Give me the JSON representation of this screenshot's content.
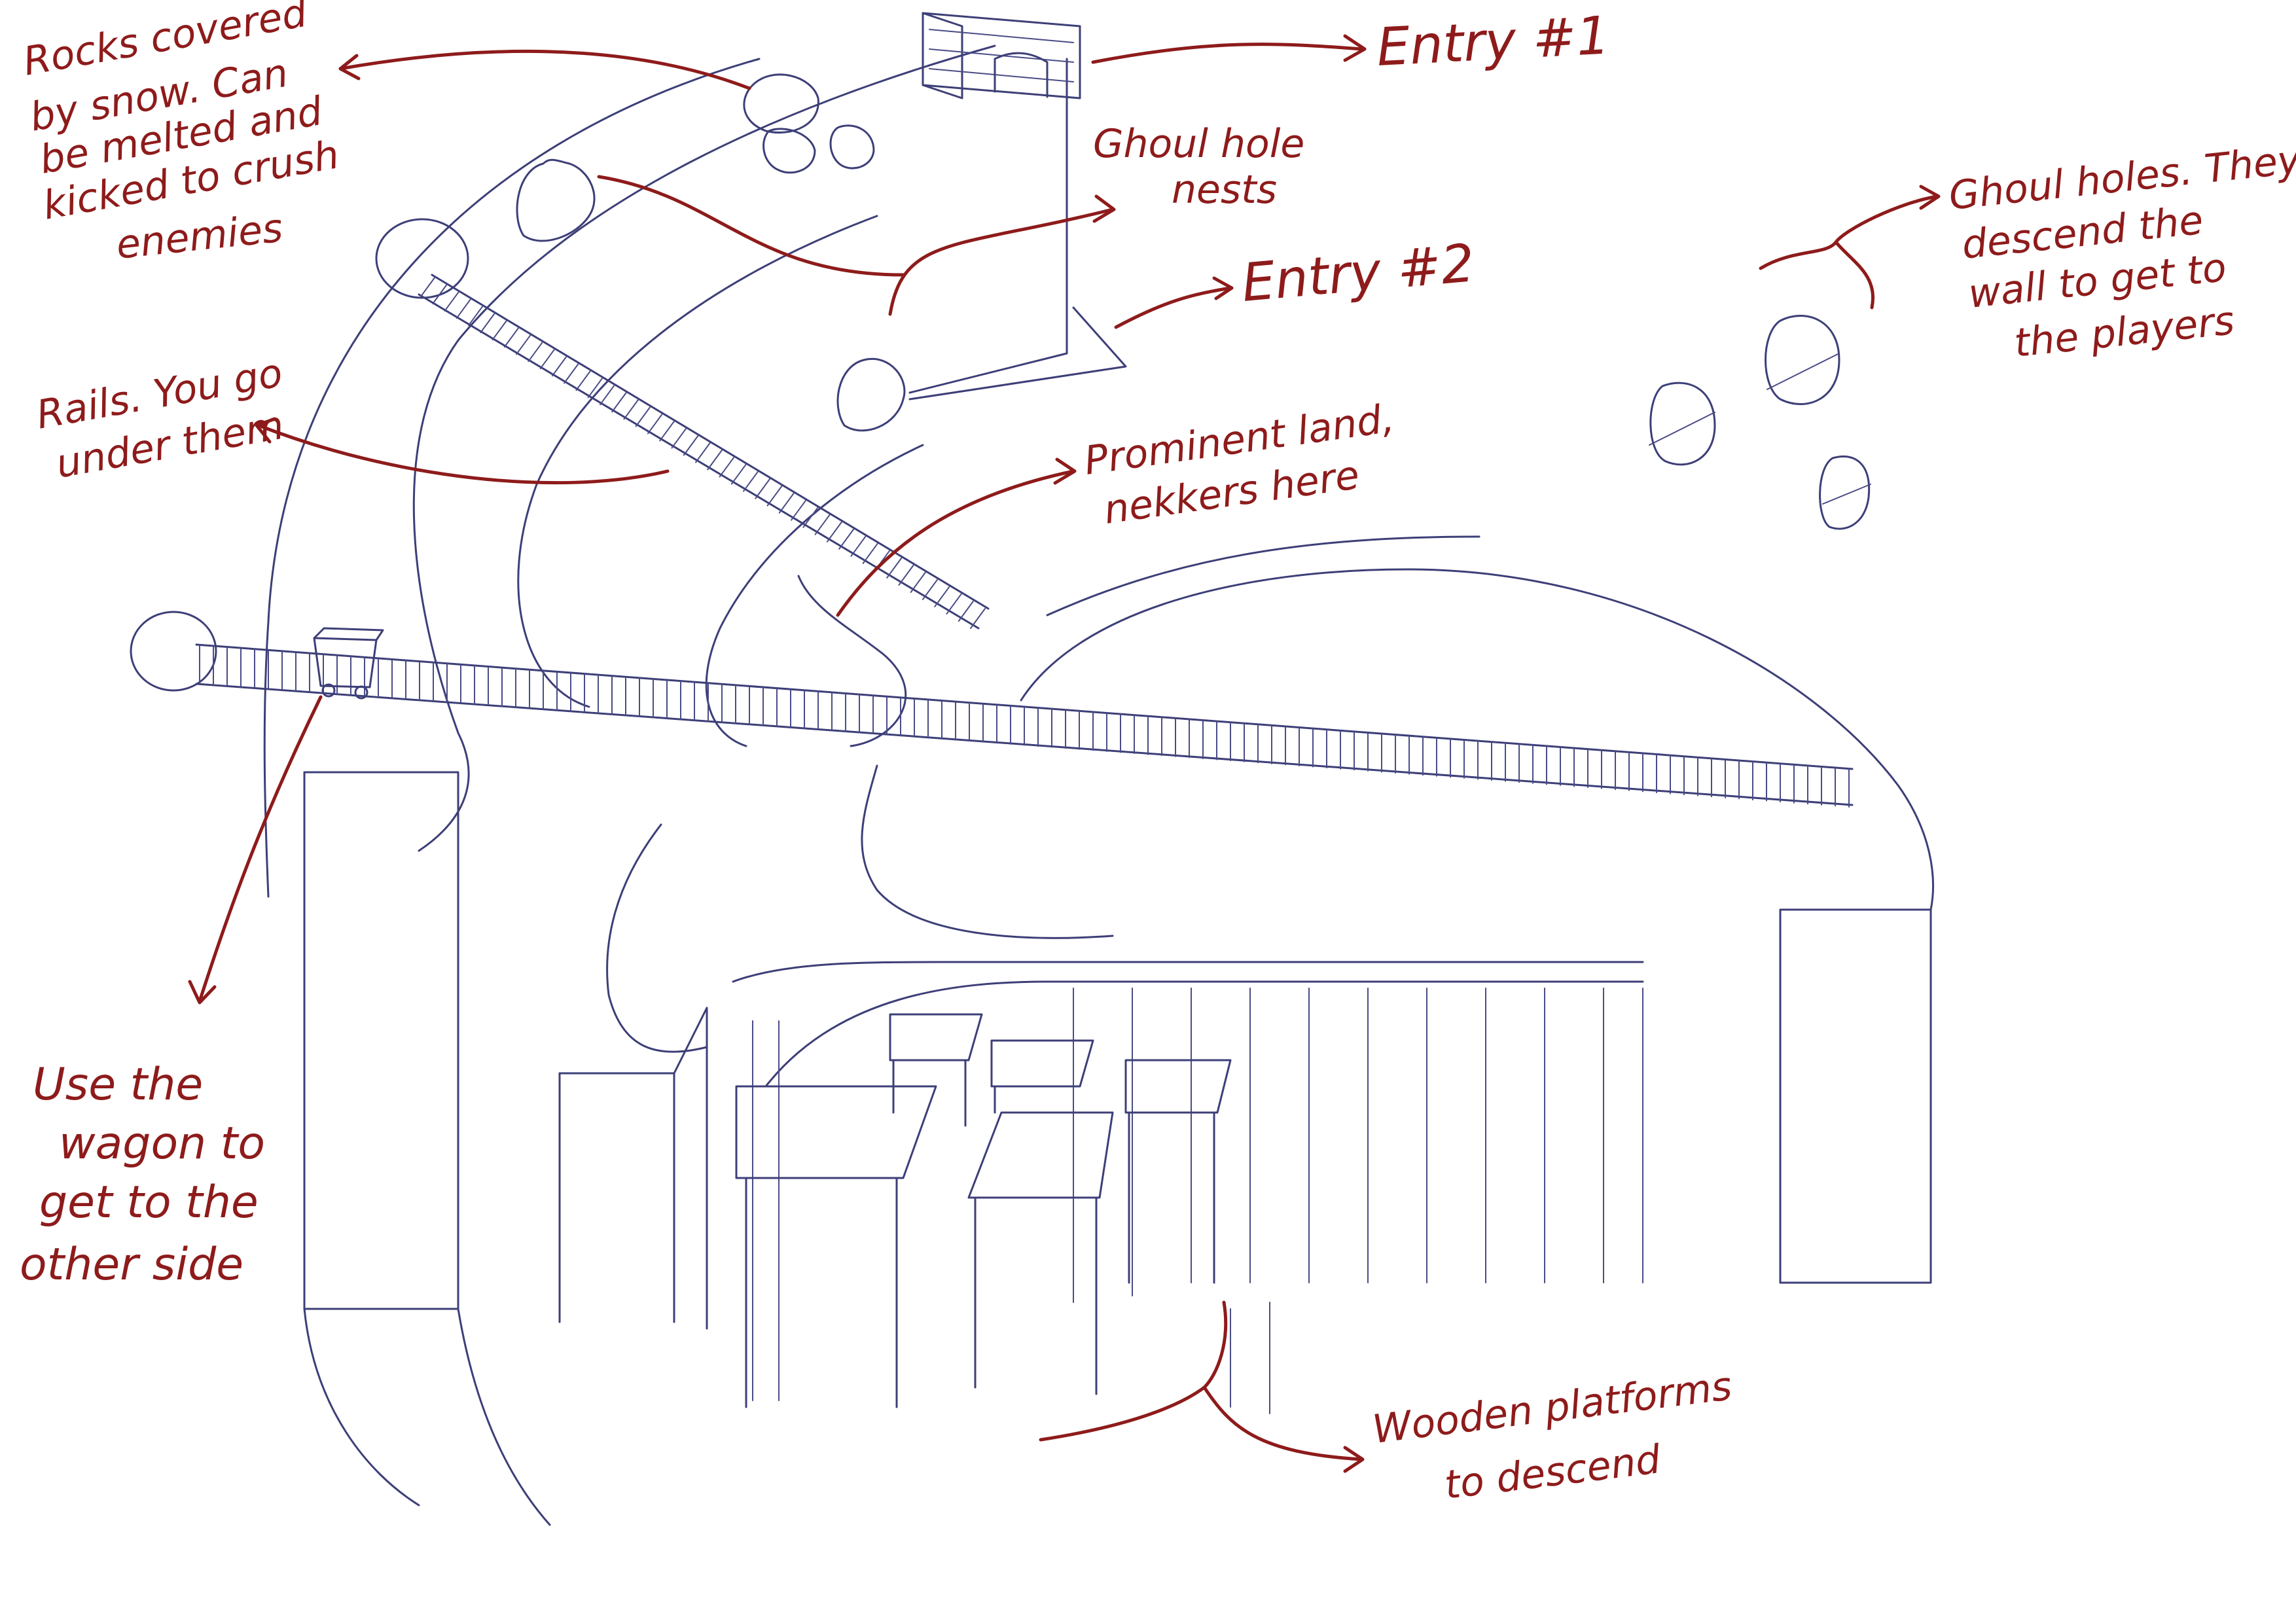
{
  "colors": {
    "ink": "#3d3f78",
    "annotation": "#8e1b1b",
    "background": "#ffffff"
  },
  "annotations": {
    "rocks": [
      "Rocks covered",
      "by snow. Can",
      "be melted and",
      "kicked to crush",
      "enemies"
    ],
    "entry1": [
      "Entry #1"
    ],
    "ghoul_nests": [
      "Ghoul hole",
      "nests"
    ],
    "entry2": [
      "Entry #2"
    ],
    "ghoul_holes": [
      "Ghoul holes. They",
      "descend the",
      "wall to get to",
      "the players"
    ],
    "rails": [
      "Rails. You go",
      "under them"
    ],
    "prominent_land": [
      "Prominent land,",
      "nekkers here"
    ],
    "wagon": [
      "Use the",
      "wagon to",
      "get to the",
      "other side"
    ],
    "platforms": [
      "Wooden platforms",
      "to descend"
    ]
  }
}
